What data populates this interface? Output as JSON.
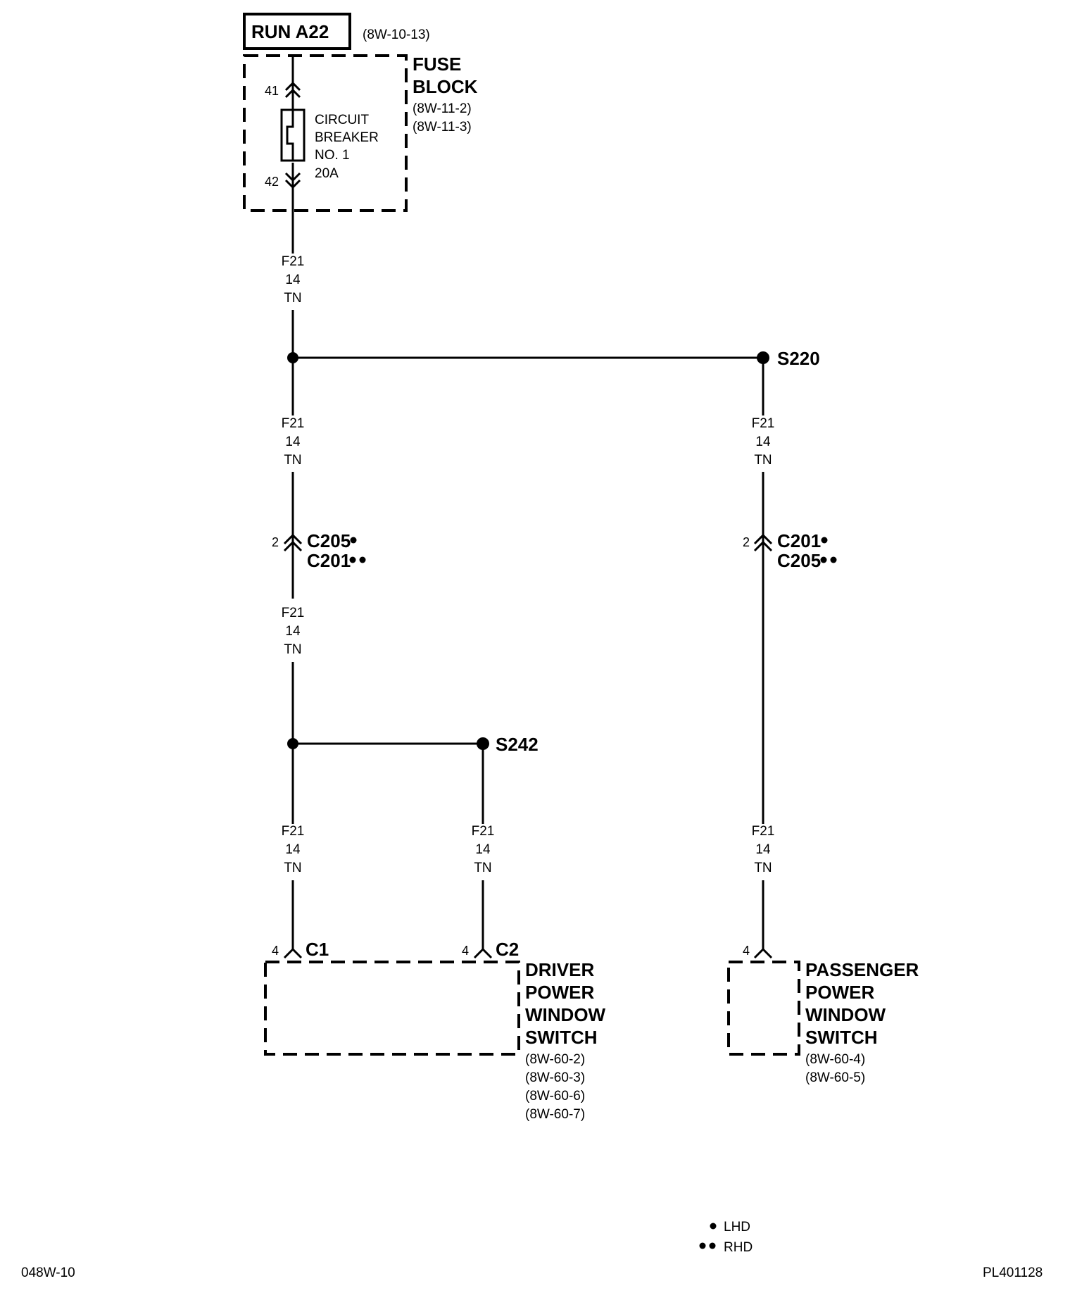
{
  "title_box": "RUN A22",
  "title_ref": "(8W-10-13)",
  "fuse_block": {
    "name_line1": "FUSE",
    "name_line2": "BLOCK",
    "ref1": "(8W-11-2)",
    "ref2": "(8W-11-3)",
    "pin_in": "41",
    "pin_out": "42",
    "breaker_line1": "CIRCUIT",
    "breaker_line2": "BREAKER",
    "breaker_line3": "NO. 1",
    "breaker_line4": "20A"
  },
  "wire_label": {
    "circuit": "F21",
    "gauge": "14",
    "color": "TN"
  },
  "splices": {
    "s220": "S220",
    "s242": "S242"
  },
  "connectors_left": {
    "pin": "2",
    "primary": "C205",
    "secondary": "C201"
  },
  "connectors_right": {
    "pin": "2",
    "primary": "C201",
    "secondary": "C205"
  },
  "driver_switch": {
    "c1_pin": "4",
    "c1": "C1",
    "c2_pin": "4",
    "c2": "C2",
    "line1": "DRIVER",
    "line2": "POWER",
    "line3": "WINDOW",
    "line4": "SWITCH",
    "refs": [
      "(8W-60-2)",
      "(8W-60-3)",
      "(8W-60-6)",
      "(8W-60-7)"
    ]
  },
  "passenger_switch": {
    "pin": "4",
    "line1": "PASSENGER",
    "line2": "POWER",
    "line3": "WINDOW",
    "line4": "SWITCH",
    "refs": [
      "(8W-60-4)",
      "(8W-60-5)"
    ]
  },
  "legend": {
    "lhd": "LHD",
    "rhd": "RHD"
  },
  "footer": {
    "left": "048W-10",
    "right": "PL401128"
  }
}
